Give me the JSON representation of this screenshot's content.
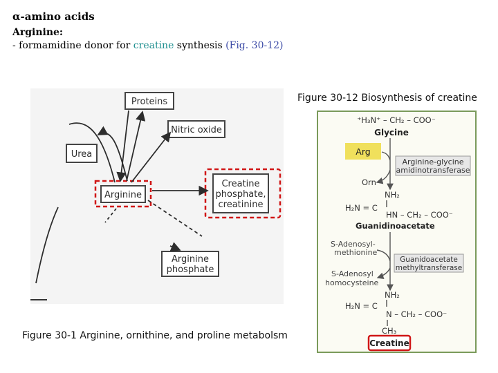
{
  "header": {
    "title": "α-amino acids",
    "subtitle": "Arginine:",
    "bullet": {
      "prefix": "- formamidine donor for ",
      "highlight": "creatine",
      "middle": " synthesis ",
      "figref": "(Fig. 30-12)"
    }
  },
  "figure_left": {
    "caption": "Figure 30-1 Arginine, ornithine, and proline metabolsm",
    "nodes": {
      "proteins": "Proteins",
      "nitric_oxide": "Nitric oxide",
      "urea": "Urea",
      "arginine": "Arginine",
      "creatine_line1": "Creatine",
      "creatine_line2": "phosphate,",
      "creatine_line3": "creatinine",
      "argphos_line1": "Arginine",
      "argphos_line2": "phosphate"
    }
  },
  "figure_right": {
    "caption": "Figure 30-12 Biosynthesis of creatine",
    "glycine_formula": "⁺H₃N⁺ – CH₂ – COO⁻",
    "glycine": "Glycine",
    "arg_label": "Arg",
    "enzyme1_line1": "Arginine-glycine",
    "enzyme1_line2": "amidinotransferase",
    "orn": "Orn",
    "nh2_top": "NH₂",
    "guan_left": "H₂N = C",
    "guan_right": "HN – CH₂ – COO⁻",
    "guanidinoacetate": "Guanidinoacetate",
    "sam_line1": "S-Adenosyl-",
    "sam_line2": "methionine",
    "enzyme2_line1": "Guanidoacetate",
    "enzyme2_line2": "methyltransferase",
    "sah_line1": "S-Adenosyl",
    "sah_line2": "homocysteine",
    "nh2_bottom": "NH₂",
    "creat_left": "H₂N = C",
    "creat_right": "N – CH₂ – COO⁻",
    "ch3": "CH₃",
    "creatine": "Creatine"
  }
}
